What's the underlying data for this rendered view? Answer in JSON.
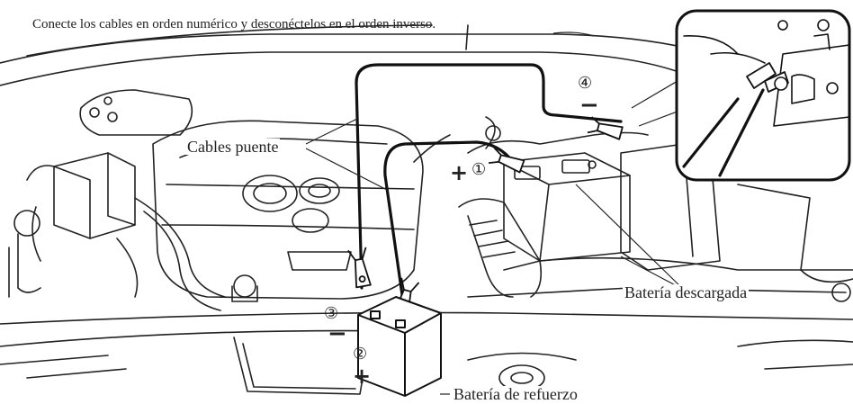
{
  "instruction": "Conecte los cables en orden numérico y desconéctelos en el orden inverso.",
  "labels": {
    "jumper_cables": "Cables puente",
    "dead_battery": "Batería descargada",
    "booster_battery": "Batería de refuerzo"
  },
  "markers": {
    "step1": "①",
    "step2": "②",
    "step3": "③",
    "step4": "④",
    "plus": "+",
    "minus": "−"
  },
  "colors": {
    "line": "#222222",
    "background": "#ffffff"
  }
}
